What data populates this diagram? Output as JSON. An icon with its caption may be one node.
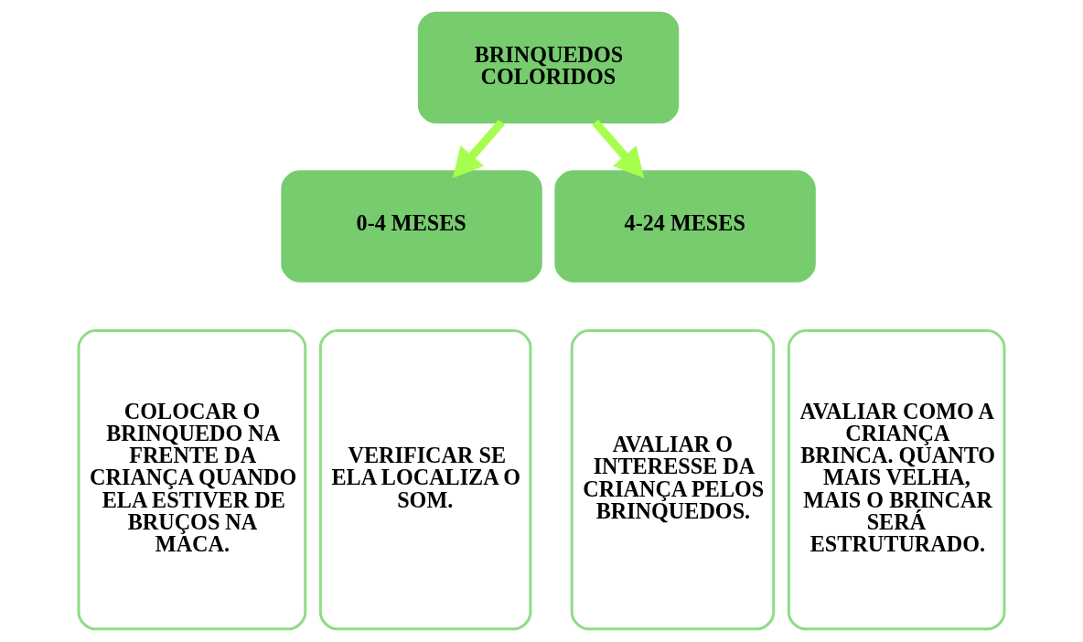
{
  "diagram": {
    "nodes": [
      {
        "text": [
          "BRINQUEDOS COLORIDOS"
        ]
      },
      {
        "text": [
          "0-4 MESES"
        ]
      },
      {
        "text": [
          "4-24 MESES"
        ]
      },
      {
        "text": [
          "COLOCAR O BRINQUEDO NA FRENTE DA CRIANÇA QUANDO ELA ESTIVER DE BRUÇOS NA MACA."
        ]
      },
      {
        "text": [
          "VERIFICAR SE ELA LOCALIZA O SOM."
        ]
      },
      {
        "text": [
          "AVALIAR O INTERESSE DA CRIANÇA PELOS BRINQUEDOS."
        ]
      },
      {
        "text": [
          "AVALIAR COMO A CRIANÇA BRINCA. QUANTO MAIS VELHA, MAIS O BRINCAR SERÁ ESTRUTURADO."
        ]
      }
    ],
    "edges": [
      {
        "from": 0,
        "to": 1,
        "arrow": "to"
      },
      {
        "from": 0,
        "to": 2,
        "arrow": "to"
      }
    ]
  }
}
